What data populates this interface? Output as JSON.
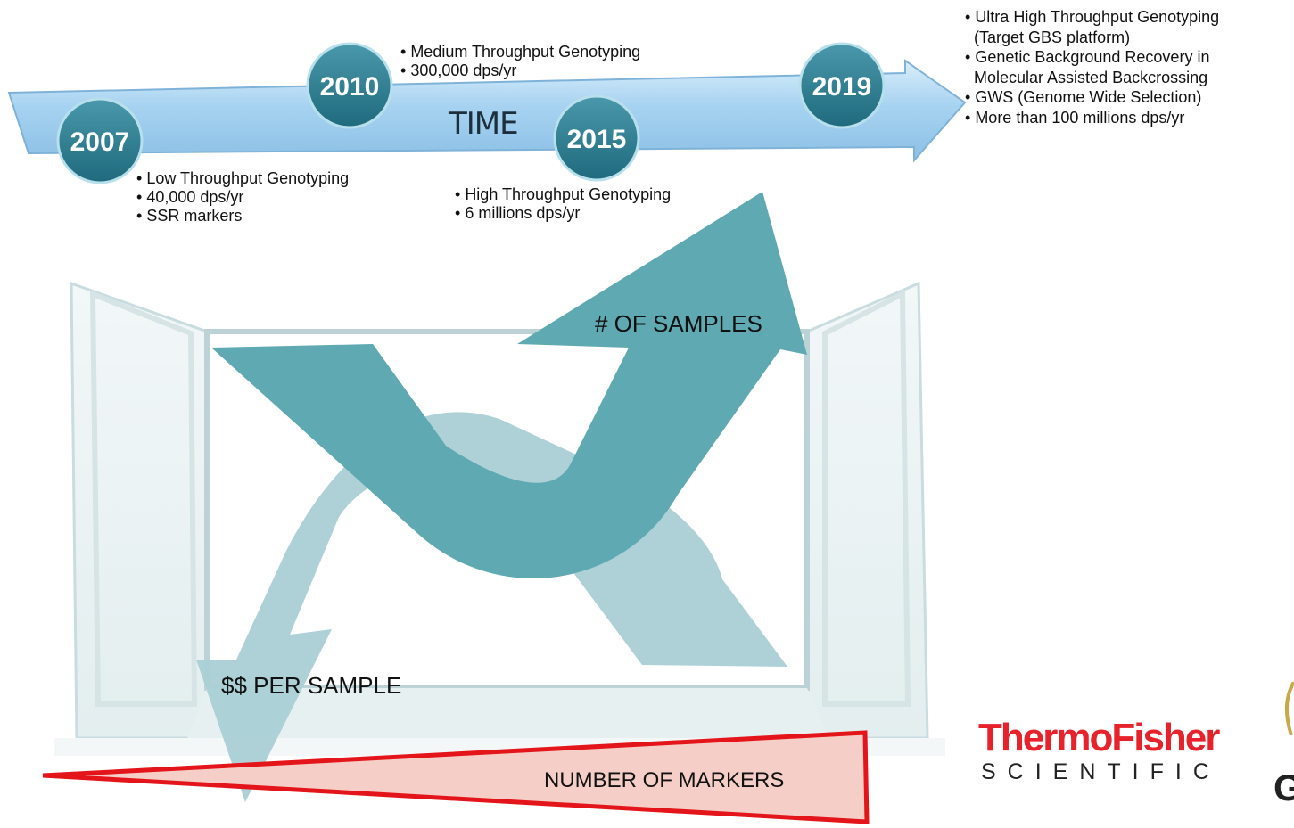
{
  "timeline": {
    "axis_label": "TIME",
    "milestones": [
      {
        "year": "2007",
        "points": [
          "Low Throughput Genotyping",
          "40,000 dps/yr",
          "SSR markers"
        ]
      },
      {
        "year": "2010",
        "points": [
          "Medium Throughput Genotyping",
          "300,000 dps/yr"
        ]
      },
      {
        "year": "2015",
        "points": [
          "High Throughput Genotyping",
          "6 millions dps/yr"
        ]
      },
      {
        "year": "2019",
        "points": [
          "Ultra High Throughput Genotyping",
          "(Target GBS platform)",
          "Genetic Background Recovery in",
          "Molecular Assisted Backcrossing",
          "GWS (Genome Wide Selection)",
          "More than 100 millions dps/yr"
        ]
      }
    ]
  },
  "arrows": {
    "samples_label": "# OF SAMPLES",
    "cost_label": "$$ PER SAMPLE",
    "markers_label": "NUMBER  OF MARKERS"
  },
  "logos": {
    "thermo": "ThermoFisher",
    "scientific": "SCIENTIFIC",
    "partial": "G"
  },
  "colors": {
    "timeline_arrow": "#a9d3f0",
    "year_circle": "#2d7b8f",
    "samples_arrow": "#5ea9b2",
    "cost_arrow": "#a9cfd4",
    "markers_wedge_fill": "#f5cfc7",
    "markers_wedge_stroke": "#e3151a"
  }
}
